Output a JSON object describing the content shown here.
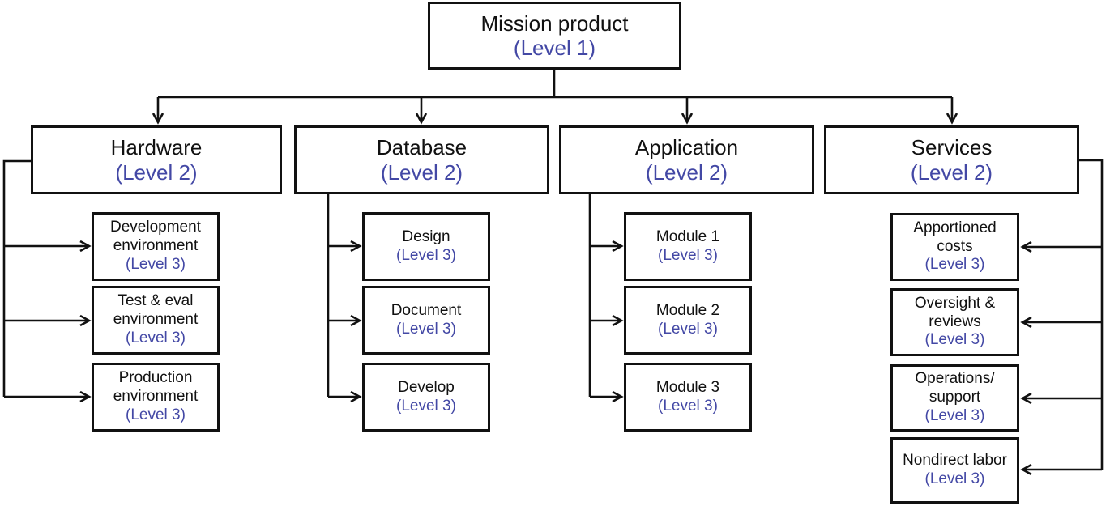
{
  "colors": {
    "accent_level_text": "#4348a5",
    "line_and_text": "#111111",
    "box_background": "#ffffff"
  },
  "root": {
    "title": "Mission product",
    "level": "(Level 1)"
  },
  "branches": [
    {
      "title": "Hardware",
      "level": "(Level 2)",
      "children": [
        {
          "title": "Development environment",
          "level": "(Level 3)"
        },
        {
          "title": "Test & eval environment",
          "level": "(Level 3)"
        },
        {
          "title": "Production environment",
          "level": "(Level 3)"
        }
      ]
    },
    {
      "title": "Database",
      "level": "(Level 2)",
      "children": [
        {
          "title": "Design",
          "level": "(Level 3)"
        },
        {
          "title": "Document",
          "level": "(Level 3)"
        },
        {
          "title": "Develop",
          "level": "(Level 3)"
        }
      ]
    },
    {
      "title": "Application",
      "level": "(Level 2)",
      "children": [
        {
          "title": "Module 1",
          "level": "(Level 3)"
        },
        {
          "title": "Module 2",
          "level": "(Level 3)"
        },
        {
          "title": "Module 3",
          "level": "(Level 3)"
        }
      ]
    },
    {
      "title": "Services",
      "level": "(Level 2)",
      "children": [
        {
          "title": "Apportioned costs",
          "level": "(Level 3)"
        },
        {
          "title": "Oversight & reviews",
          "level": "(Level 3)"
        },
        {
          "title": "Operations/ support",
          "level": "(Level 3)"
        },
        {
          "title": "Nondirect labor",
          "level": "(Level 3)"
        }
      ]
    }
  ]
}
